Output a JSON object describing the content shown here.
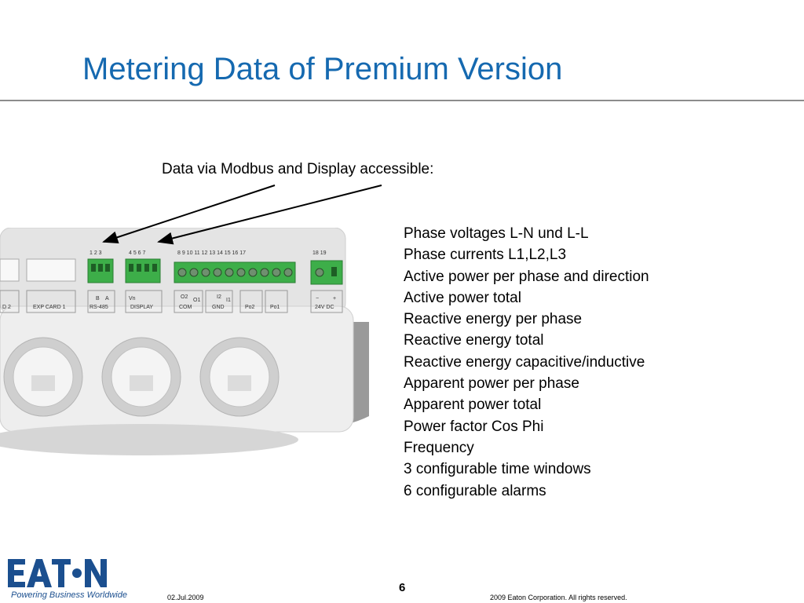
{
  "slide": {
    "title": "Metering Data of Premium Version",
    "caption": "Data via Modbus and Display accessible:",
    "features": [
      "Phase voltages L-N und L-L",
      "Phase currents L1,L2,L3",
      "Active power per phase and direction",
      "Active power total",
      "Reactive energy per phase",
      "Reactive energy total",
      "Reactive energy capacitive/inductive",
      "Apparent power per phase",
      "Apparent power total",
      "Power factor Cos Phi",
      "Frequency",
      "3 configurable time windows",
      "6 configurable alarms"
    ]
  },
  "device": {
    "terminal_numbers": [
      "1 2 3",
      "4 5 6 7",
      "8  9  10 11 12 13 14 15 16 17",
      "18 19"
    ],
    "port_labels": [
      "D 2",
      "EXP CARD 1",
      "RS-485",
      "DISPLAY",
      "COM",
      "GND",
      "Po2",
      "Po1",
      "24V DC"
    ],
    "small_marks": [
      "B",
      "A",
      "Vn",
      "O2",
      "O1",
      "I2",
      "I1",
      "−",
      "+"
    ]
  },
  "footer": {
    "logo_text": "EAT•N",
    "tagline": "Powering Business Worldwide",
    "date": "02.Jul.2009",
    "page_number": "6",
    "copyright": "2009 Eaton Corporation. All rights reserved."
  },
  "colors": {
    "title": "#1569b0",
    "logo_blue": "#1b4f8f",
    "rule": "#8c8c8c",
    "terminal_green": "#3dae49",
    "device_body": "#e6e6e6"
  }
}
